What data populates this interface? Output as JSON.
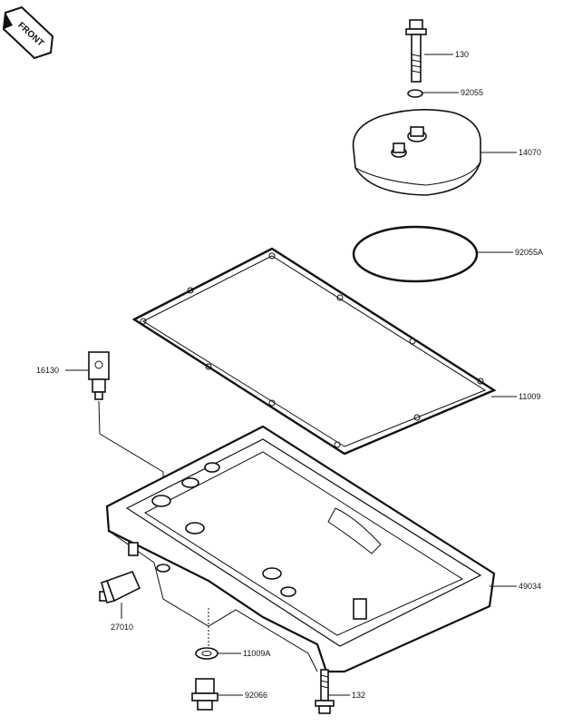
{
  "front_badge": "FRONT",
  "callouts": [
    {
      "id": "bolt-130",
      "text": "130"
    },
    {
      "id": "washer-92055",
      "text": "92055"
    },
    {
      "id": "cover-14070",
      "text": "14070"
    },
    {
      "id": "oring-92055a",
      "text": "92055A"
    },
    {
      "id": "fitting-16130",
      "text": "16130"
    },
    {
      "id": "gasket-11009",
      "text": "11009"
    },
    {
      "id": "pan-49034",
      "text": "49034"
    },
    {
      "id": "switch-27010",
      "text": "27010"
    },
    {
      "id": "gasket-11009a",
      "text": "11009A"
    },
    {
      "id": "plug-92066",
      "text": "92066"
    },
    {
      "id": "bolt-132",
      "text": "132"
    }
  ]
}
